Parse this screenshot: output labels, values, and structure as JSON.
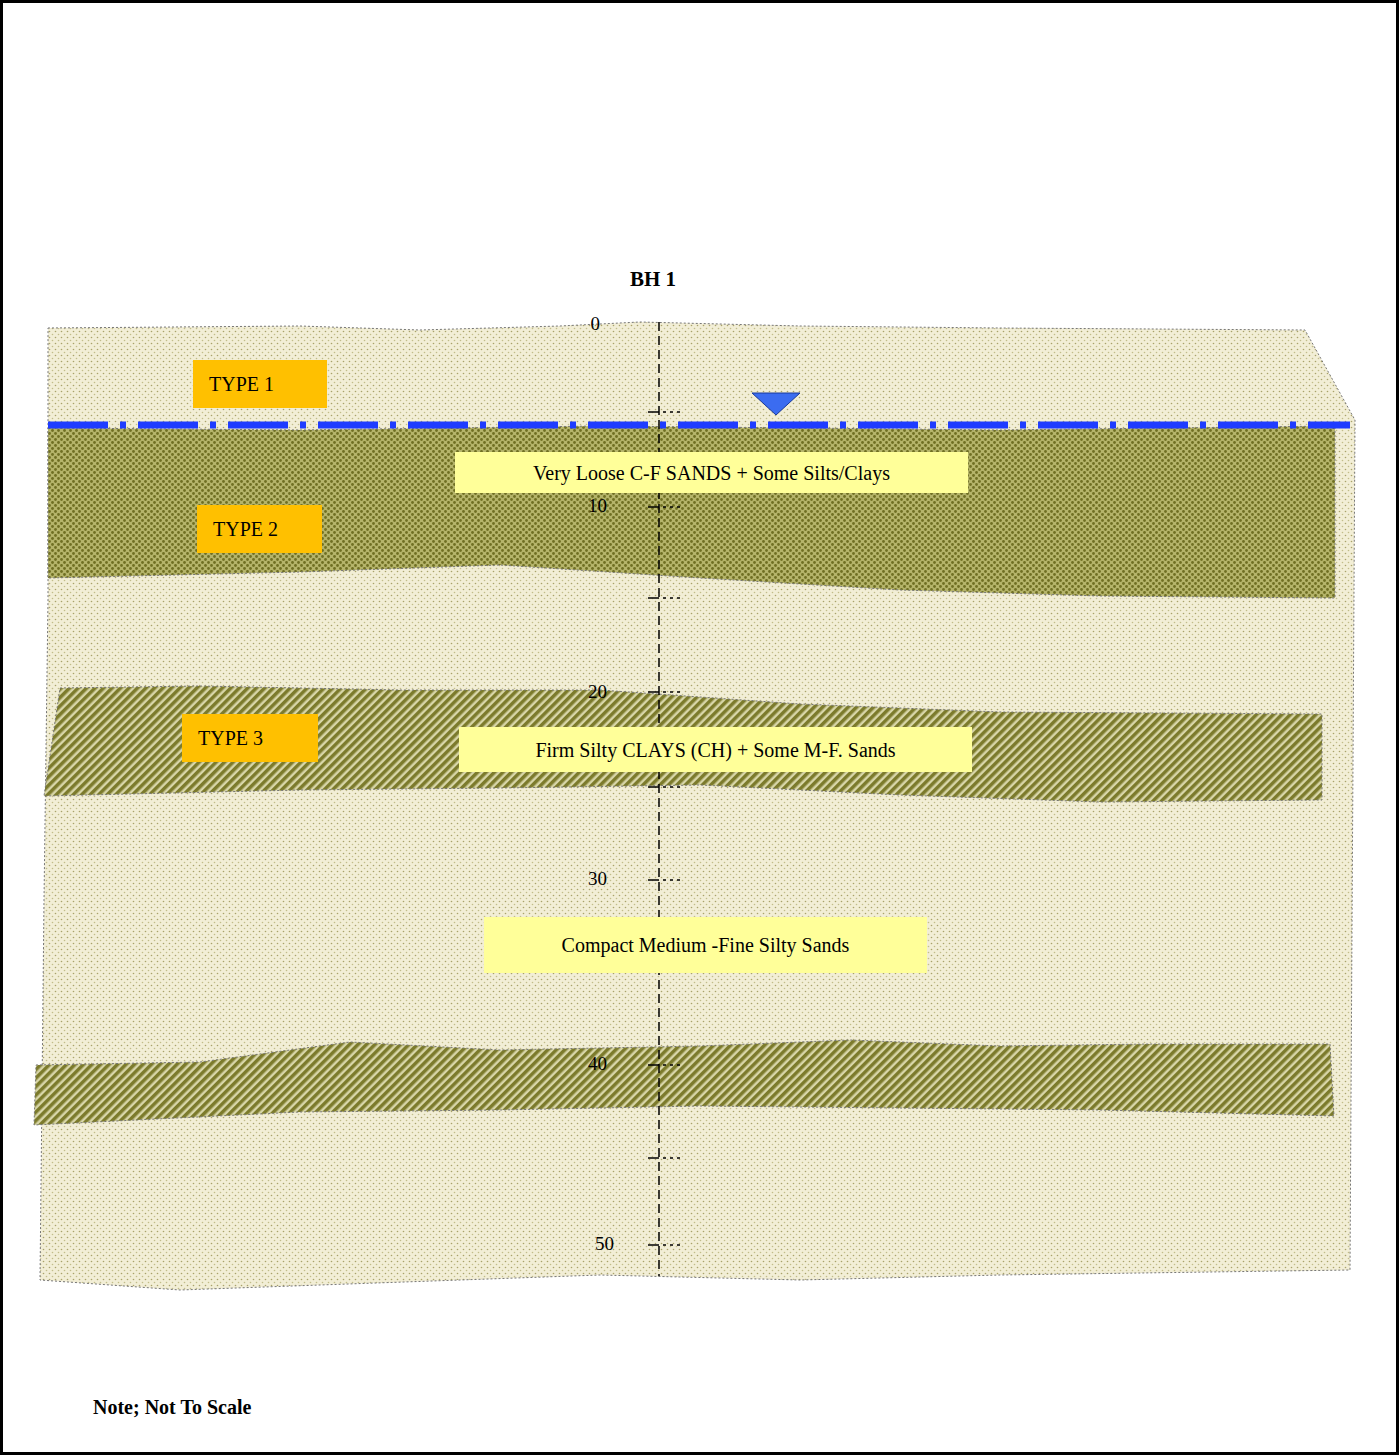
{
  "diagram": {
    "nodes": [
      {
        "text": [
          "TYPE 1"
        ]
      },
      {
        "text": [
          "Very Loose C-F SANDS + Some Silts/Clays"
        ]
      },
      {
        "text": [
          "TYPE 2"
        ]
      },
      {
        "text": [
          "TYPE 3"
        ]
      },
      {
        "text": [
          "Firm Silty CLAYS (CH) + Some M-F. Sands"
        ]
      },
      {
        "text": [
          "Compact Medium -Fine Silty Sands"
        ]
      }
    ],
    "labels": [
      "BH 1",
      "0",
      "10",
      "20",
      "30",
      "40",
      "50",
      "Note; Not To Scale"
    ]
  }
}
